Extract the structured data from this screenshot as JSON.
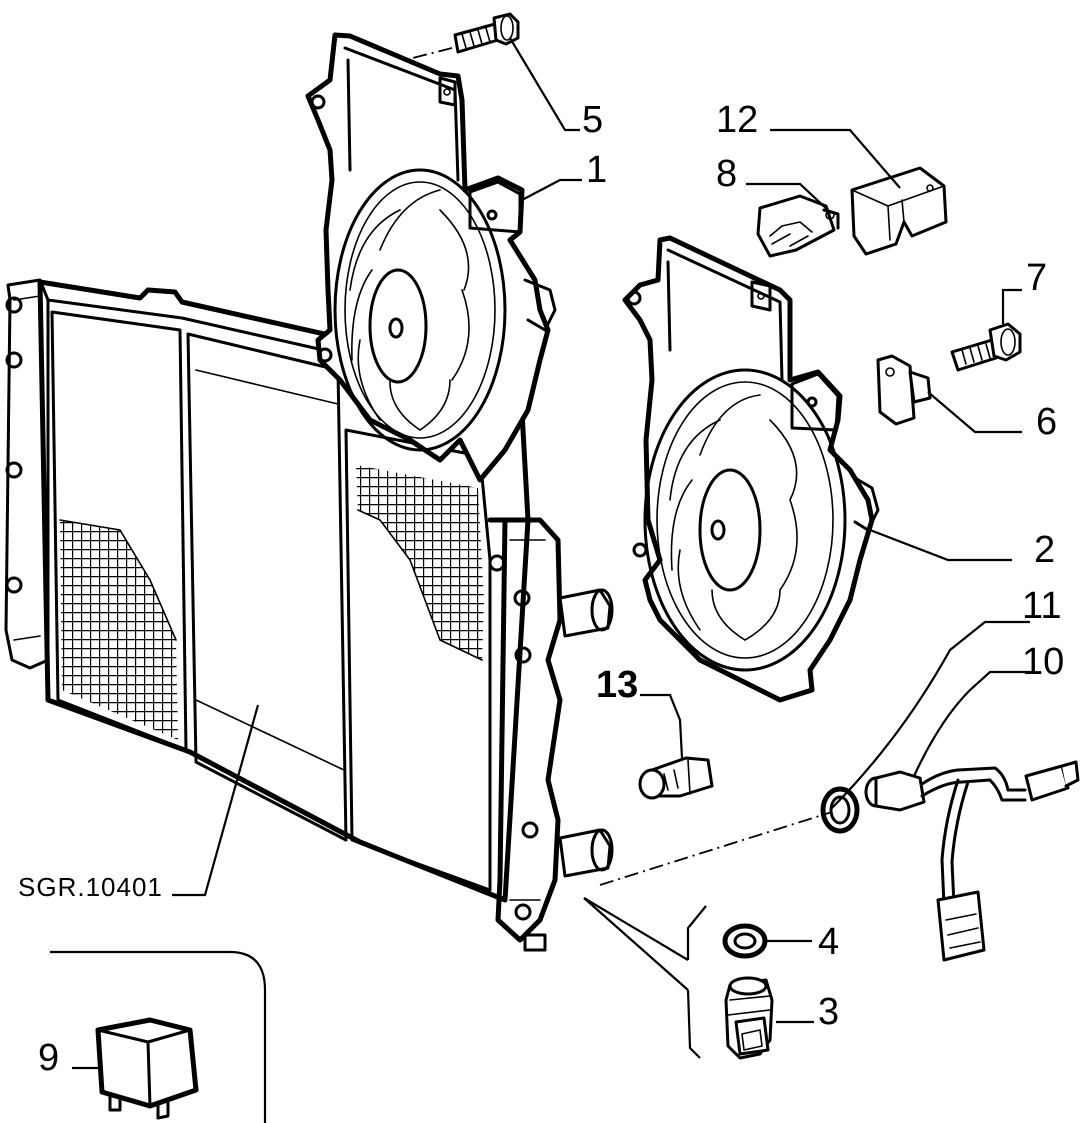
{
  "drawing_code": "SGR.10401",
  "callouts": [
    {
      "id": "c1",
      "text": "1",
      "bold": false
    },
    {
      "id": "c2",
      "text": "2",
      "bold": false
    },
    {
      "id": "c3",
      "text": "3",
      "bold": false
    },
    {
      "id": "c4",
      "text": "4",
      "bold": false
    },
    {
      "id": "c5",
      "text": "5",
      "bold": false
    },
    {
      "id": "c6",
      "text": "6",
      "bold": false
    },
    {
      "id": "c7",
      "text": "7",
      "bold": false
    },
    {
      "id": "c8",
      "text": "8",
      "bold": false
    },
    {
      "id": "c9",
      "text": "9",
      "bold": false
    },
    {
      "id": "c10",
      "text": "10",
      "bold": false
    },
    {
      "id": "c11",
      "text": "11",
      "bold": false
    },
    {
      "id": "c12",
      "text": "12",
      "bold": false
    },
    {
      "id": "c13",
      "text": "13",
      "bold": true
    }
  ]
}
